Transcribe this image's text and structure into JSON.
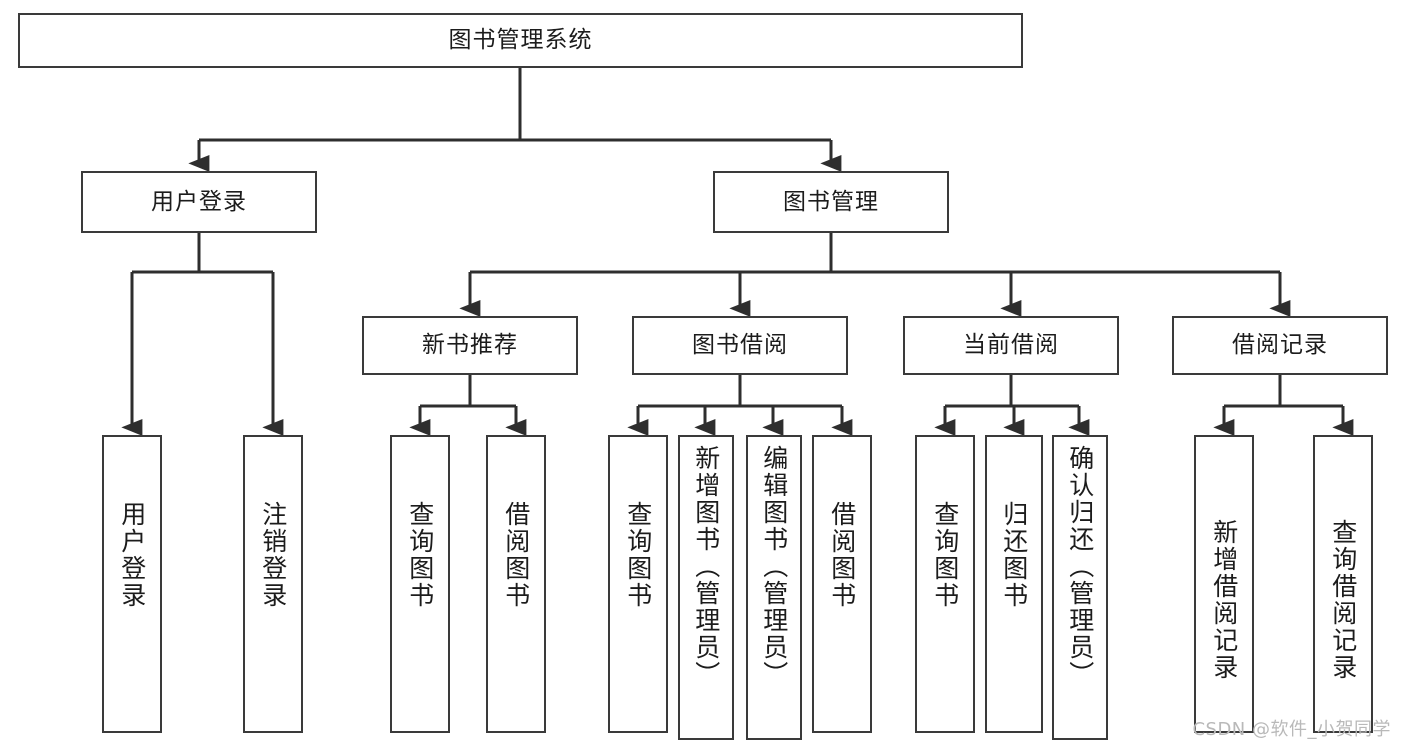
{
  "diagram": {
    "title": "图书管理系统",
    "type": "hierarchy-tree",
    "stroke_color": "#3a3a3a",
    "fill_color": "#ffffff",
    "text_color": "#1c1c1c",
    "nodes": {
      "root": {
        "label": "图书管理系统"
      },
      "level2": [
        {
          "label": "用户登录"
        },
        {
          "label": "图书管理"
        }
      ],
      "level3": [
        {
          "label": "新书推荐"
        },
        {
          "label": "图书借阅"
        },
        {
          "label": "当前借阅"
        },
        {
          "label": "借阅记录"
        }
      ],
      "leaves": [
        {
          "label": "用户登录",
          "parent": "用户登录"
        },
        {
          "label": "注销登录",
          "parent": "用户登录"
        },
        {
          "label": "查询图书",
          "parent": "新书推荐"
        },
        {
          "label": "借阅图书",
          "parent": "新书推荐"
        },
        {
          "label": "查询图书",
          "parent": "图书借阅"
        },
        {
          "label": "新增图书（管理员）",
          "parent": "图书借阅"
        },
        {
          "label": "编辑图书（管理员）",
          "parent": "图书借阅"
        },
        {
          "label": "借阅图书",
          "parent": "图书借阅"
        },
        {
          "label": "查询图书",
          "parent": "当前借阅"
        },
        {
          "label": "归还图书",
          "parent": "当前借阅"
        },
        {
          "label": "确认归还（管理员）",
          "parent": "当前借阅"
        },
        {
          "label": "新增借阅记录",
          "parent": "借阅记录"
        },
        {
          "label": "查询借阅记录",
          "parent": "借阅记录"
        }
      ]
    }
  },
  "watermark": {
    "text": "CSDN @软件_小贺同学"
  }
}
